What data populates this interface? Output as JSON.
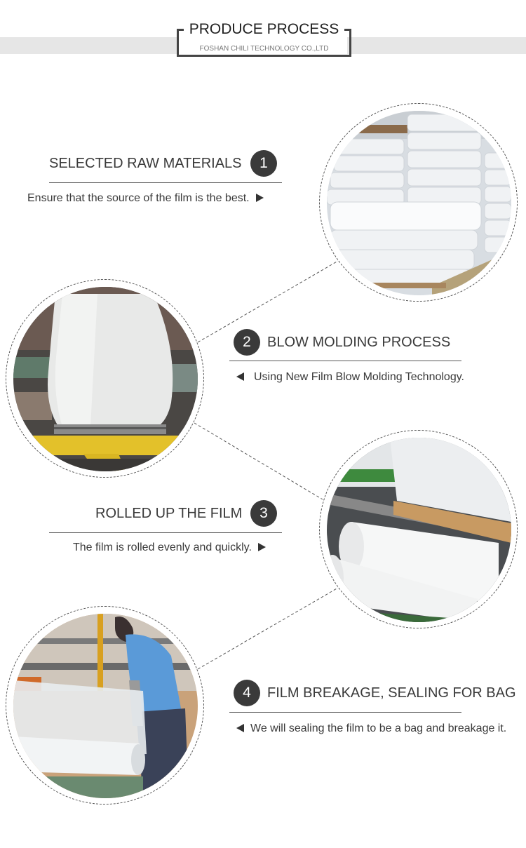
{
  "header": {
    "title": "PRODUCE PROCESS",
    "subtitle": "FOSHAN CHILI TECHNOLOGY CO.,LTD",
    "band_color": "#e6e6e6"
  },
  "steps": [
    {
      "number": "1",
      "title": "SELECTED RAW MATERIALS",
      "description": "Ensure that the source of the film is the best.",
      "arrow": "right-triangle-icon",
      "image": "stacked-raw-material-bags-photo"
    },
    {
      "number": "2",
      "title": "BLOW MOLDING PROCESS",
      "description": "Using New Film Blow Molding Technology.",
      "arrow": "left-triangle-icon",
      "image": "film-blow-molding-machine-photo"
    },
    {
      "number": "3",
      "title": "ROLLED UP THE FILM",
      "description": "The film is rolled evenly and quickly.",
      "arrow": "right-triangle-icon",
      "image": "film-rolls-on-machine-photo"
    },
    {
      "number": "4",
      "title": "FILM BREAKAGE, SEALING FOR BAG",
      "description": "We will sealing the film to be a bag and breakage it.",
      "arrow": "left-triangle-icon",
      "image": "worker-sealing-film-photo"
    }
  ],
  "colors": {
    "text": "#3a3a3a",
    "badge": "#3a3a3a",
    "rule": "#555555"
  }
}
